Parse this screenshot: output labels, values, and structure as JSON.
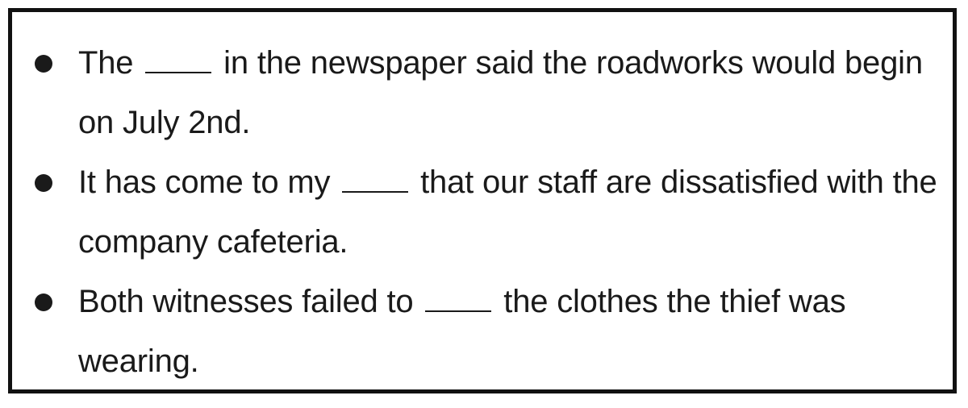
{
  "items": [
    {
      "before": "The",
      "after": "in the newspaper said the roadworks would begin on July 2nd."
    },
    {
      "before": "It has come to my",
      "after": "that our staff are dissatisfied with the company cafeteria."
    },
    {
      "before": "Both witnesses failed to",
      "after": "the clothes the thief was wearing."
    }
  ]
}
